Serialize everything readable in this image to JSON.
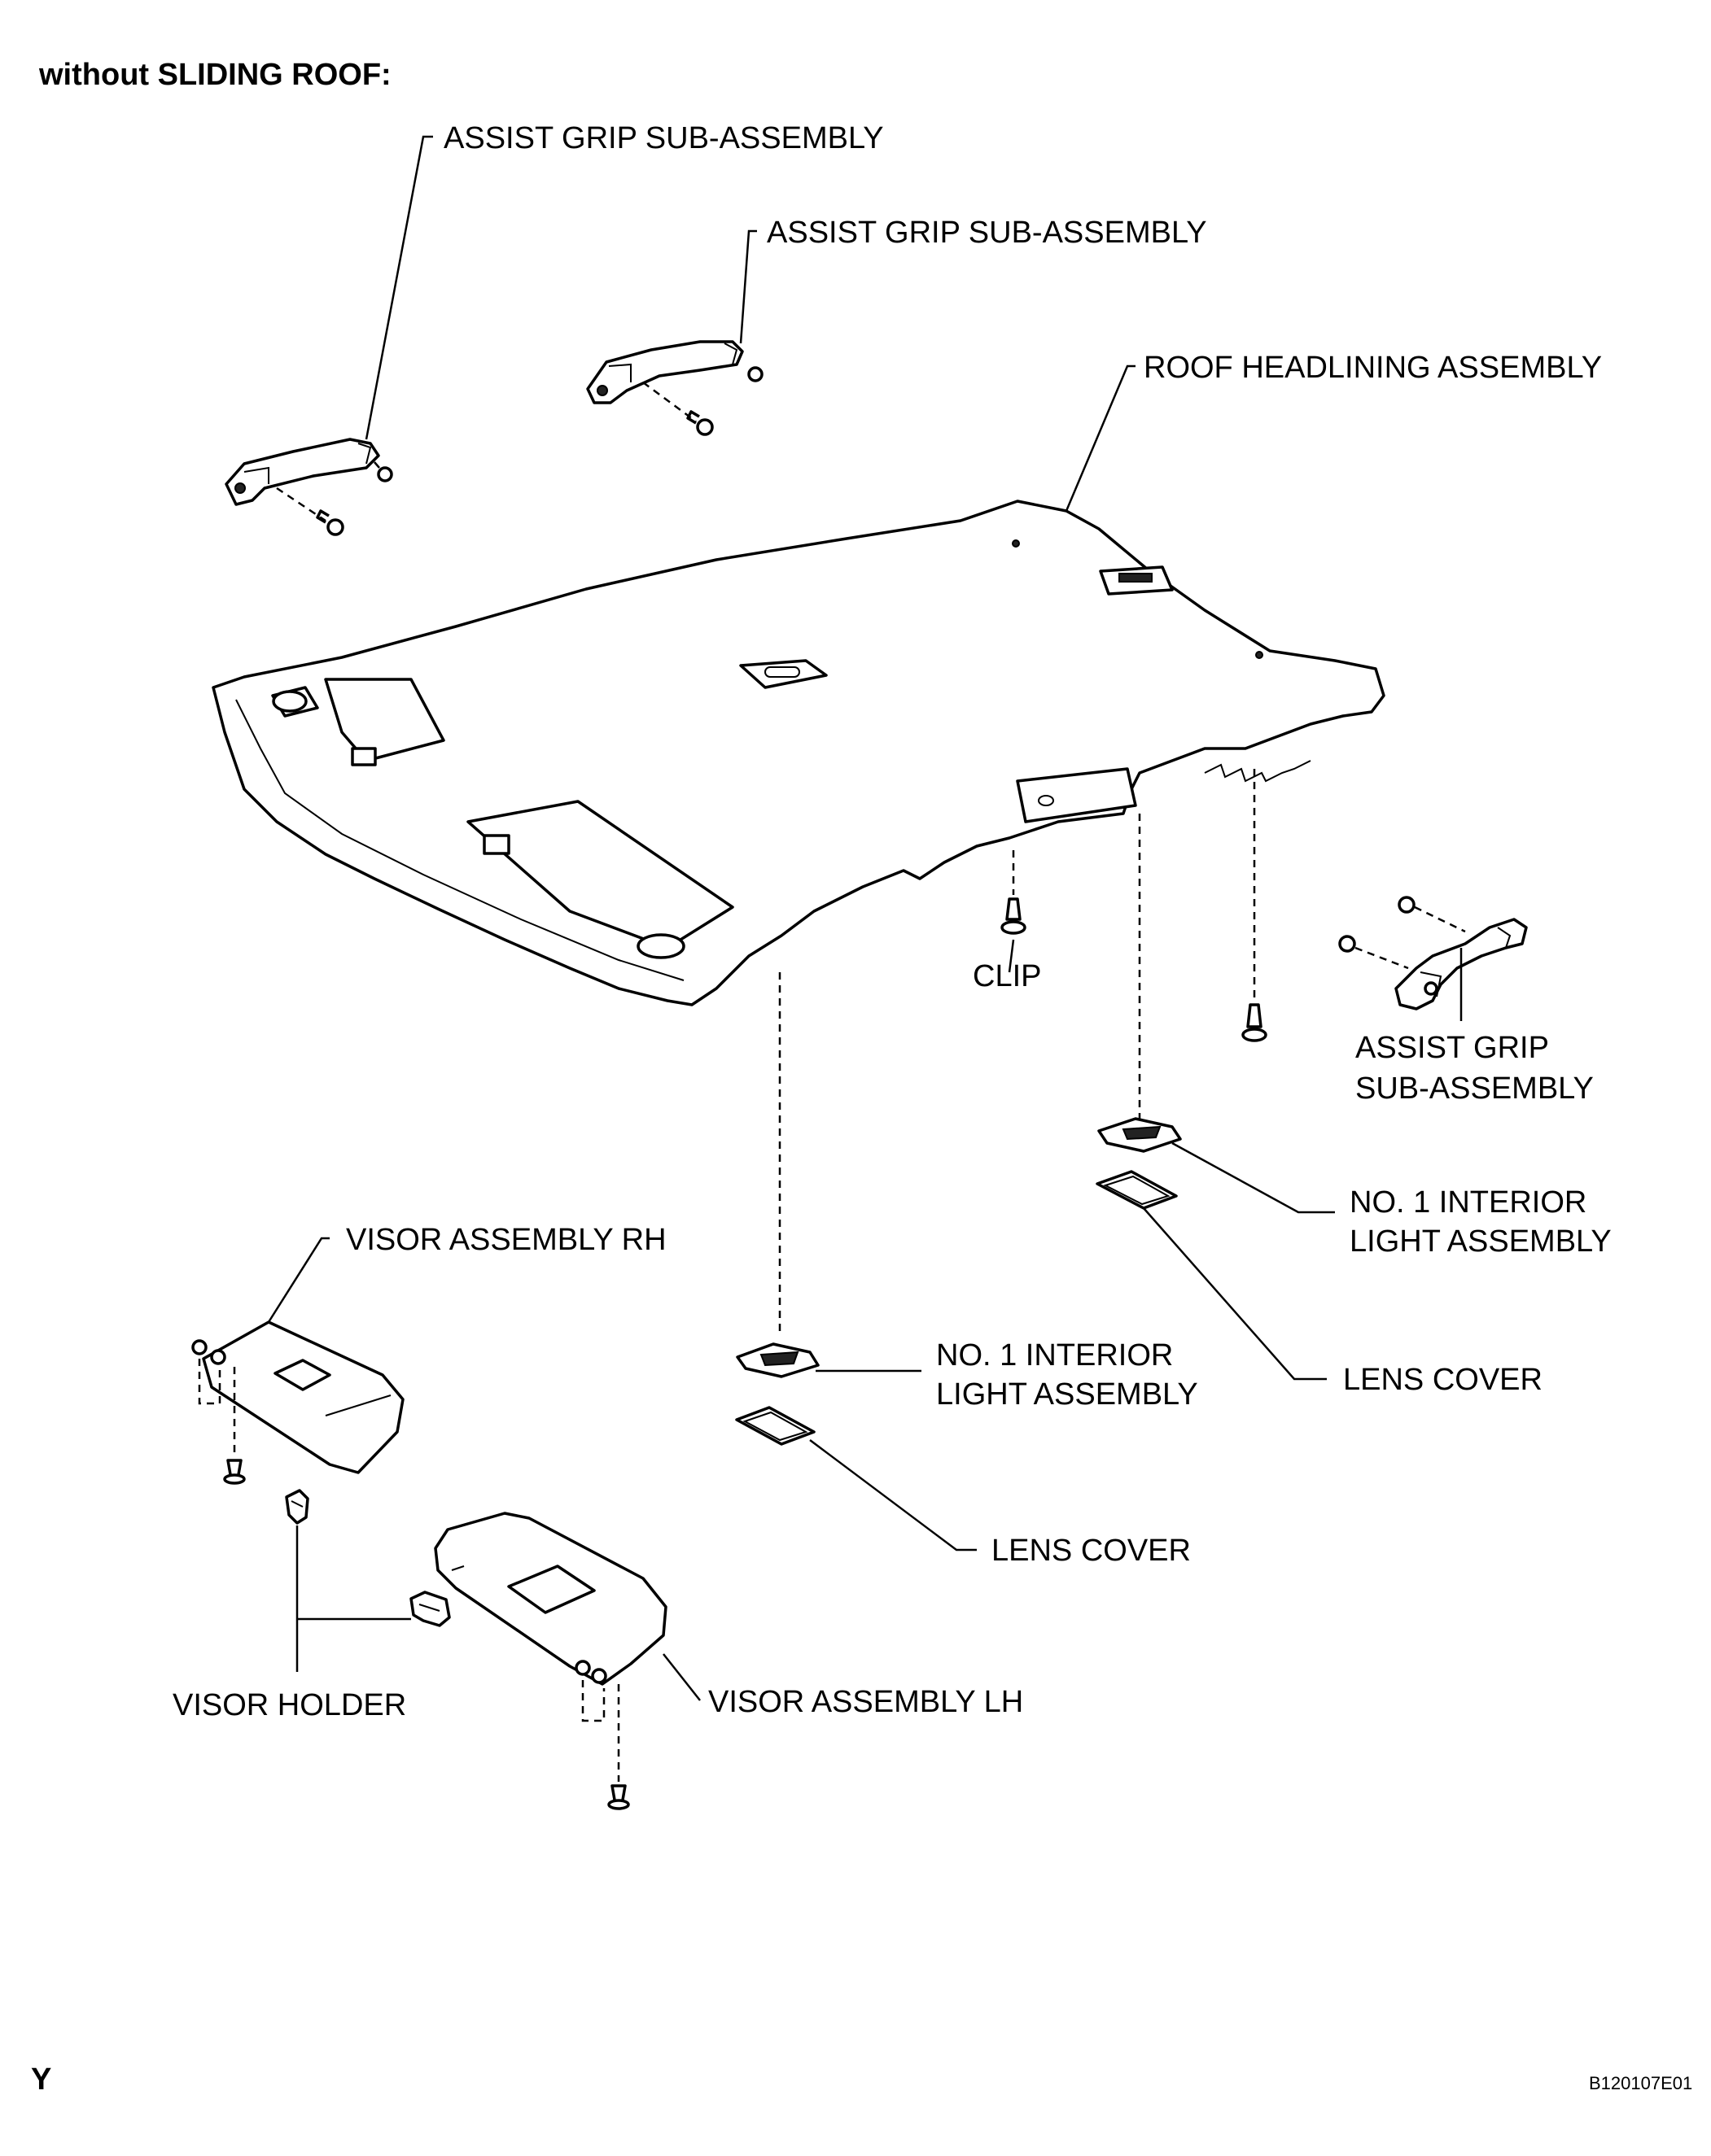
{
  "header": "without SLIDING ROOF:",
  "footer": {
    "left": "Y",
    "right": "B120107E01"
  },
  "labels": {
    "assist_grip_1": "ASSIST GRIP SUB-ASSEMBLY",
    "assist_grip_2": "ASSIST GRIP SUB-ASSEMBLY",
    "roof_headlining": "ROOF HEADLINING ASSEMBLY",
    "clip": "CLIP",
    "assist_grip_3_line1": "ASSIST GRIP",
    "assist_grip_3_line2": "SUB-ASSEMBLY",
    "interior_light_r_line1": "NO. 1 INTERIOR",
    "interior_light_r_line2": "LIGHT ASSEMBLY",
    "lens_cover_r": "LENS COVER",
    "visor_rh": "VISOR ASSEMBLY RH",
    "interior_light_l_line1": "NO. 1 INTERIOR",
    "interior_light_l_line2": "LIGHT ASSEMBLY",
    "lens_cover_l": "LENS COVER",
    "visor_holder": "VISOR HOLDER",
    "visor_lh": "VISOR ASSEMBLY LH"
  }
}
